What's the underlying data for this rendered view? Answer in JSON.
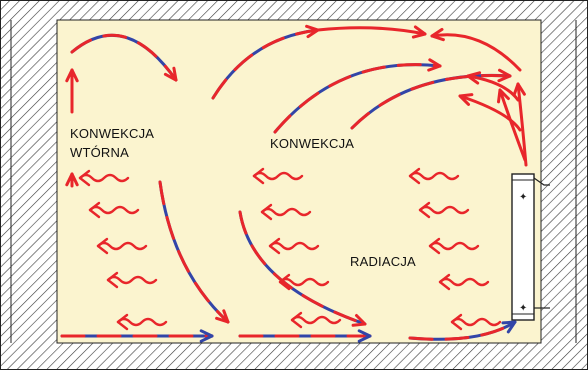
{
  "labels": {
    "secondary_convection_line1": "KONWEKCJA",
    "secondary_convection_line2": "WTÓRNA",
    "convection": "KONWEKCJA",
    "radiation": "RADIACJA"
  },
  "colors": {
    "room_fill": "#fbf4cf",
    "wall_hatch": "#3a3a3a",
    "warm_arrow": "#e8262b",
    "cool_arrow": "#3245a8",
    "radiator_fill": "#ffffff",
    "outline": "#222222"
  },
  "icons": [
    "convection-arrow",
    "radiation-wave-arrow",
    "radiator"
  ]
}
